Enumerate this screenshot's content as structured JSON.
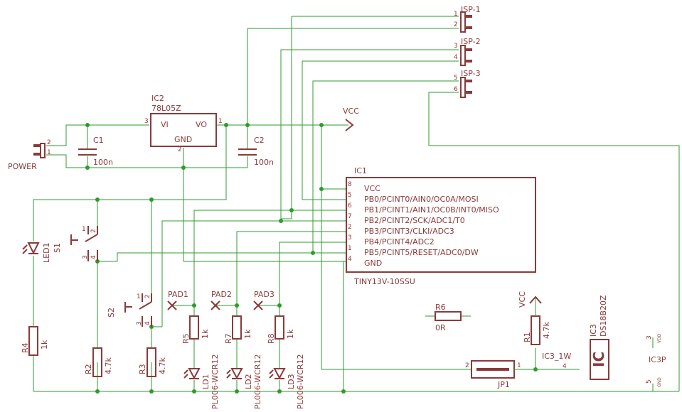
{
  "power": {
    "name": "POWER",
    "pin1": "1",
    "pin2": "2"
  },
  "isp": [
    {
      "name": "ISP-1",
      "pin_a": "1",
      "pin_b": "2"
    },
    {
      "name": "ISP-2",
      "pin_a": "3",
      "pin_b": "4"
    },
    {
      "name": "ISP-3",
      "pin_a": "5",
      "pin_b": "6"
    }
  ],
  "regulator": {
    "ref": "IC2",
    "part": "78L05Z",
    "vi": "VI",
    "vo": "VO",
    "gnd": "GND",
    "pin_vi": "3",
    "pin_vo": "1",
    "pin_gnd": "2"
  },
  "caps": [
    {
      "ref": "C1",
      "value": "100n"
    },
    {
      "ref": "C2",
      "value": "100n"
    }
  ],
  "vcc_label": "VCC",
  "mcu": {
    "ref": "IC1",
    "part": "TINY13V-10SSU",
    "pins": [
      {
        "name": "VCC",
        "num": "8"
      },
      {
        "name": "PB0/PCINT0/AIN0/OC0A/MOSI",
        "num": "5"
      },
      {
        "name": "PB1/PCINT1/AIN1/OC0B/INT0/MISO",
        "num": "6"
      },
      {
        "name": "PB2/PCINT2/SCK/ADC1/T0",
        "num": "7"
      },
      {
        "name": "PB3/PCINT3/CLKI/ADC3",
        "num": "2"
      },
      {
        "name": "PB4/PCINT4/ADC2",
        "num": "3"
      },
      {
        "name": "PB5/PCINT5/RESET/ADC0/DW",
        "num": "1"
      },
      {
        "name": "GND",
        "num": "4"
      }
    ]
  },
  "switches": [
    {
      "ref": "S1",
      "p1": "1",
      "p2": "2",
      "p3": "3",
      "p4": "4"
    },
    {
      "ref": "S2",
      "p1": "1",
      "p2": "2",
      "p3": "3",
      "p4": "4"
    }
  ],
  "led1": {
    "ref": "LED1"
  },
  "resistors": [
    {
      "ref": "R4",
      "value": "1k"
    },
    {
      "ref": "R2",
      "value": "4.7k"
    },
    {
      "ref": "R3",
      "value": "4.7k"
    },
    {
      "ref": "R5",
      "value": "1k"
    },
    {
      "ref": "R7",
      "value": "1k"
    },
    {
      "ref": "R8",
      "value": "1k"
    },
    {
      "ref": "R6",
      "value": "0R"
    },
    {
      "ref": "R1",
      "value": "4.7k"
    }
  ],
  "pads": [
    "PAD1",
    "PAD2",
    "PAD3"
  ],
  "leds": [
    {
      "ref": "LD1",
      "part": "PL006-WCR12"
    },
    {
      "ref": "LD2",
      "part": "PL006-WCR12"
    },
    {
      "ref": "LD3",
      "part": "PL006-WCR12"
    }
  ],
  "sensor": {
    "ref": "IC3",
    "part": "DS18B20Z",
    "symbol": "IC",
    "net": "IC3_1W",
    "pin": "4"
  },
  "jumper": {
    "ref": "JP1",
    "pin1": "1",
    "pin2": "2"
  },
  "ic3p": {
    "ref": "IC3P",
    "vdd": "VDD",
    "gnd": "GND",
    "pin_vdd": "3",
    "pin_gnd": "5"
  }
}
